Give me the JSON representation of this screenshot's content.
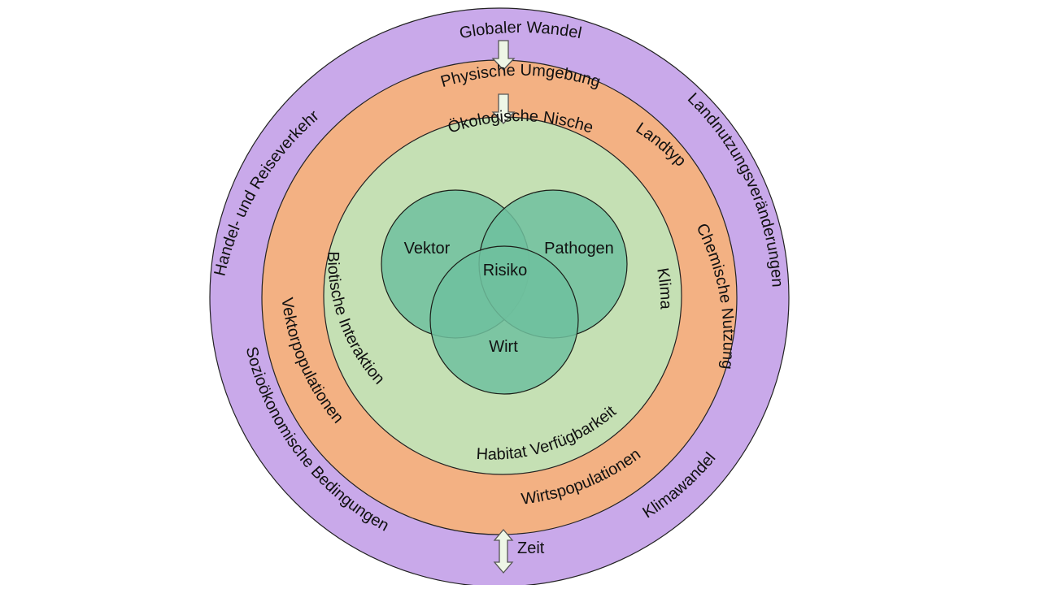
{
  "rings": {
    "outer": {
      "title": "Globaler Wandel",
      "labels": {
        "left_upper": "Handel- und Reiseverkehr",
        "right_upper": "Landnutzungsveränderungen",
        "left_lower": "Sozioökonomische Bedingungen",
        "right_lower": "Klimawandel",
        "bottom": "Zeit"
      },
      "color": "#c9a9ea"
    },
    "middle": {
      "title": "Physische Umgebung",
      "labels": {
        "landtyp": "Landtyp",
        "chemische_nutzung": "Chemische Nutzung",
        "vektorpopulationen": "Vektorpopulationen",
        "wirtspopulationen": "Wirtspopulationen"
      },
      "color": "#f3b183"
    },
    "inner": {
      "title": "Ökologische Nische",
      "labels": {
        "biotische_interaktion": "Biotische Interaktion",
        "klima": "Klima",
        "habitat": "Habitat Verfügbarkeit"
      },
      "color": "#c5e0b4"
    }
  },
  "venn": {
    "vektor": "Vektor",
    "pathogen": "Pathogen",
    "wirt": "Wirt",
    "center": "Risiko",
    "color": "#8fdce0",
    "overlap_color": "#6fd6ef"
  },
  "arrows": {
    "fill": "#eef6e6",
    "stroke": "#555555"
  }
}
